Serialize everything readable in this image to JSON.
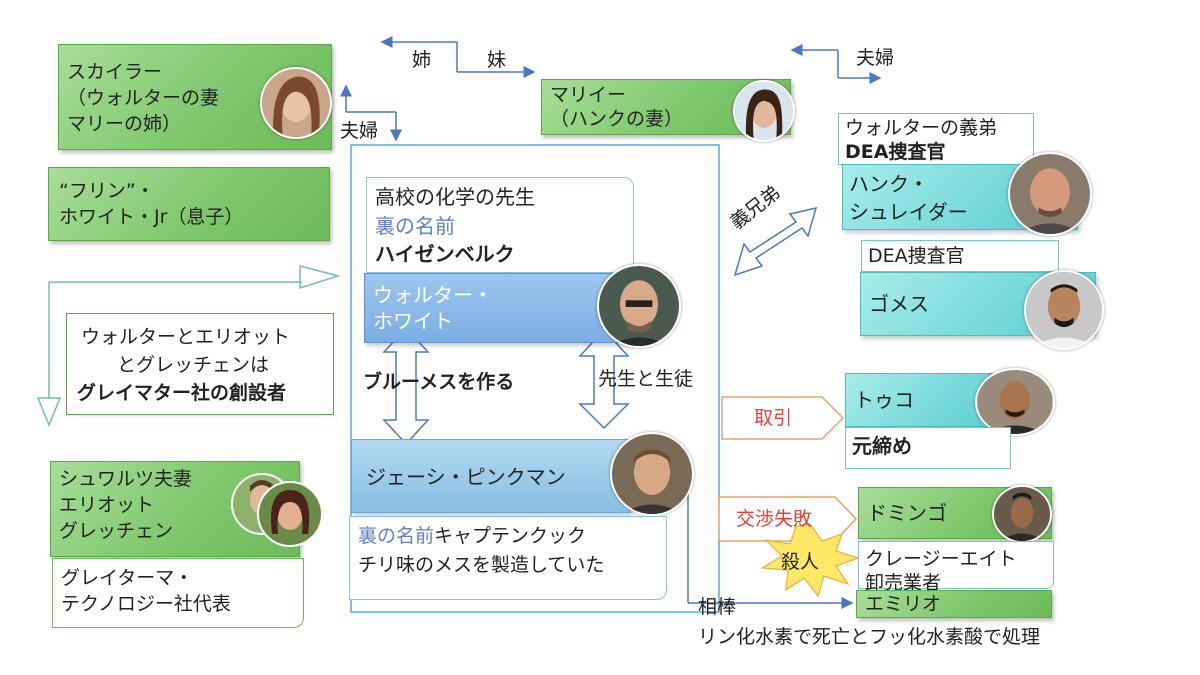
{
  "skyler": {
    "line1": "スカイラー",
    "line2": "（ウォルターの妻",
    "line3": "マリーの姉）"
  },
  "flynn": {
    "line1": "“フリン”・",
    "line2": "ホワイト・Jr（息子）"
  },
  "marie": {
    "line1": "マリイー",
    "line2": "（ハンクの妻）"
  },
  "relations": {
    "ane": "姉",
    "imouto": "妹",
    "fufu_left": "夫婦",
    "fufu_right": "夫婦",
    "gikyodai": "義兄弟",
    "sensei_seito": "先生と生徒",
    "aibou": "相棒"
  },
  "walter": {
    "desc1": "高校の化学の先生",
    "desc2": "裏の名前",
    "desc3": "ハイゼンベルク",
    "name1": "ウォルター・",
    "name2": "ホワイト"
  },
  "founders": {
    "line1": "ウォルターとエリオット",
    "line2": "とグレッチェンは",
    "line3": "グレイマター社の創設者"
  },
  "blue_meth": "ブルーメスを作る",
  "jesse": {
    "name": "ジェーシ・ピンクマン",
    "alias_label": "裏の名前",
    "alias": "キャプテンクック",
    "desc": "チリ味のメスを製造していた"
  },
  "schwartz": {
    "line1": "シュワルツ夫妻",
    "line2": "エリオット",
    "line3": "グレッチェン"
  },
  "graymatter": {
    "line1": "グレイターマ・",
    "line2": "テクノロジー社代表"
  },
  "hank": {
    "title1": "ウォルターの義弟",
    "title2": "DEA捜査官",
    "name1": "ハンク・",
    "name2": "シュレイダー"
  },
  "gomez": {
    "title": "DEA捜査官",
    "name": "ゴメス"
  },
  "tuco": {
    "deal": "取引",
    "name": "トゥコ",
    "role": "元締め"
  },
  "domingo": {
    "fail": "交渉失敗",
    "name": "ドミンゴ",
    "murder": "殺人",
    "crazy1": "クレージーエイト",
    "crazy2": "卸売業者"
  },
  "emilio": {
    "name": "エミリオ",
    "fate": "リン化水素で死亡とフッ化水素酸で処理"
  }
}
